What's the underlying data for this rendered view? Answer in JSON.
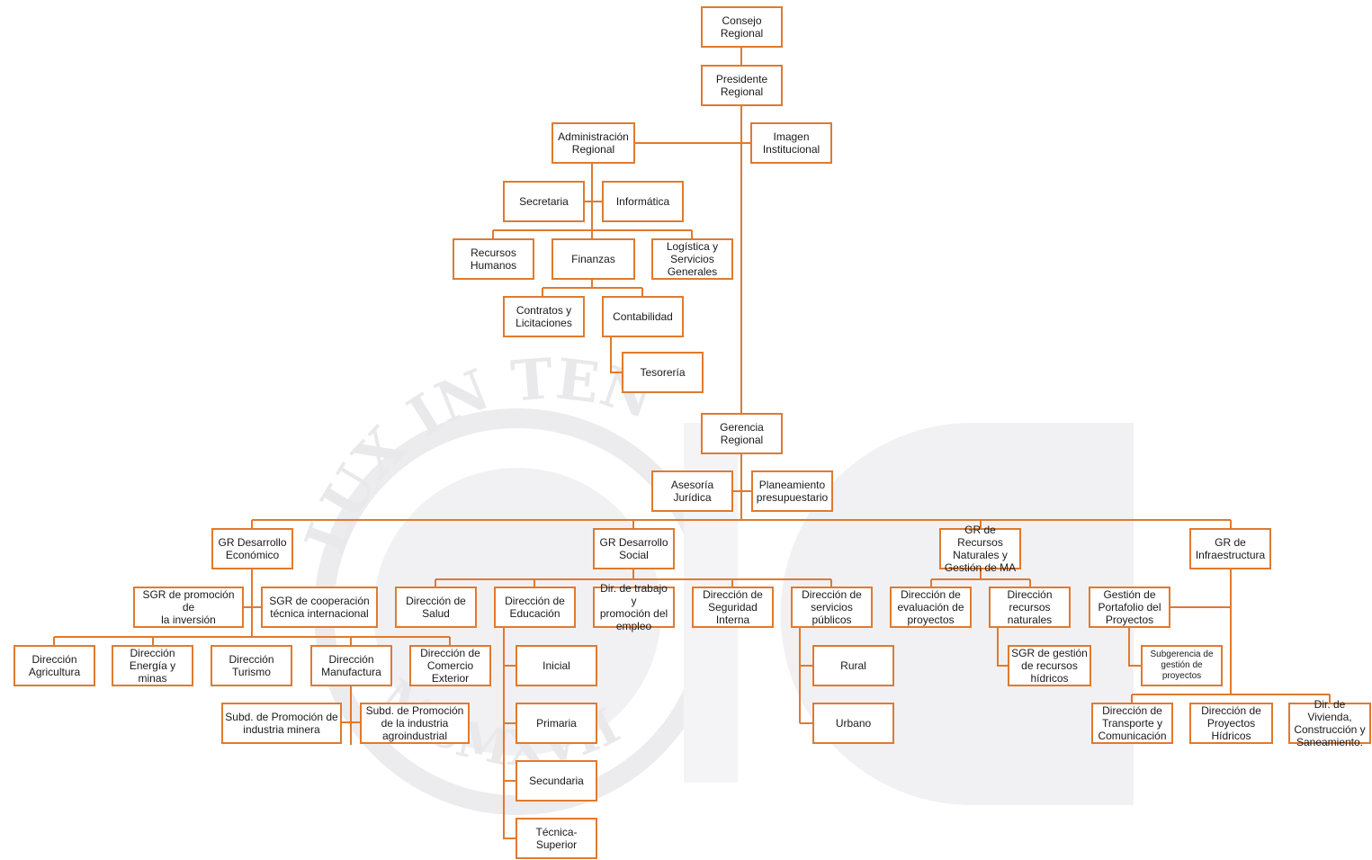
{
  "colors": {
    "line": "#e07a2f",
    "box_border": "#e07a2f",
    "text": "#1a1a1a",
    "watermark": "#e9e9ec"
  },
  "watermark": {
    "motto": "LUX IN TENEBRIS LUCET",
    "year": "MCMXVII"
  },
  "nodes": {
    "consejo": "Consejo\nRegional",
    "presidente": "Presidente\nRegional",
    "administracion": "Administración\nRegional",
    "imagen": "Imagen\nInstitucional",
    "secretaria": "Secretaria",
    "informatica": "Informática",
    "rrhh": "Recursos\nHumanos",
    "finanzas": "Finanzas",
    "logistica": "Logística y\nServicios\nGenerales",
    "contratos": "Contratos y\nLicitaciones",
    "contabilidad": "Contabilidad",
    "tesoreria": "Tesorería",
    "gerencia": "Gerencia\nRegional",
    "asesoria": "Asesoría\nJurídica",
    "planeamiento": "Planeamiento\npresupuestario",
    "gr_economico": "GR Desarrollo\nEconómico",
    "gr_social": "GR Desarrollo\nSocial",
    "gr_recursos": "GR de Recursos\nNaturales y\nGestión de MA",
    "gr_infra": "GR de\nInfraestructura",
    "sgr_inversion": "SGR de promoción de\nla inversión",
    "sgr_cooperacion": "SGR de cooperación\ntécnica internacional",
    "dir_agricultura": "Dirección\nAgricultura",
    "dir_energia": "Dirección\nEnergía y minas",
    "dir_turismo": "Dirección\nTurismo",
    "dir_manufactura": "Dirección\nManufactura",
    "dir_comercio": "Dirección de\nComercio\nExterior",
    "subd_minera": "Subd. de Promoción de\nindustria minera",
    "subd_agro": "Subd. de Promoción\nde la industria\nagroindustrial",
    "dir_salud": "Dirección de\nSalud",
    "dir_educacion": "Dirección de\nEducación",
    "dir_trabajo": "Dir. de trabajo y\npromoción del\nempleo",
    "dir_seguridad": "Dirección de\nSeguridad\nInterna",
    "dir_servicios": "Dirección de\nservicios\npúblicos",
    "inicial": "Inicial",
    "primaria": "Primaria",
    "secundaria": "Secundaria",
    "tecnica": "Técnica-\nSuperior",
    "rural": "Rural",
    "urbano": "Urbano",
    "dir_evaluacion": "Dirección de\nevaluación de\nproyectos",
    "dir_recursos_nat": "Dirección\nrecursos\nnaturales",
    "sgr_hidricos": "SGR de gestión\nde recursos\nhídricos",
    "gestion_portafolio": "Gestión de\nPortafolio del\nProyectos",
    "subgerencia_proyectos": "Subgerencia de\ngestión de\nproyectos",
    "dir_transporte": "Dirección de\nTransporte y\nComunicación",
    "dir_hidricos": "Dirección de\nProyectos\nHídricos",
    "dir_vivienda": "Dir. de Vivienda,\nConstrucción y\nSaneamiento."
  }
}
